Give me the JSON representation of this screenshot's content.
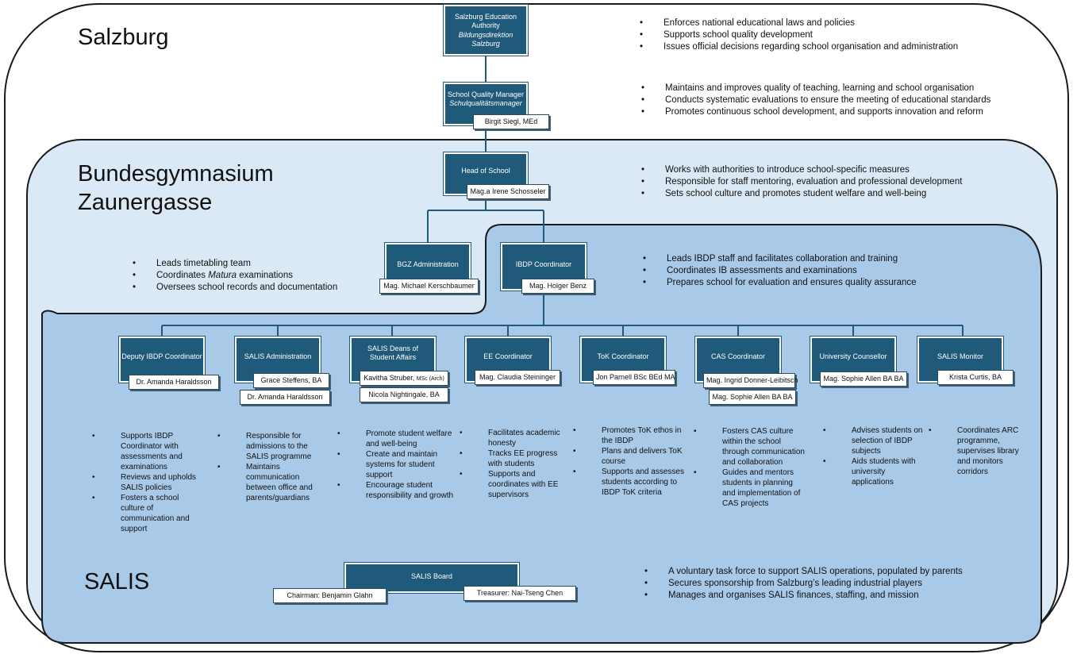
{
  "regions": {
    "salzburg": "Salzburg",
    "bgz_line1": "Bundesgymnasium",
    "bgz_line2": "Zaunergasse",
    "salis": "SALIS"
  },
  "authority": {
    "line1": "Salzburg Education",
    "line2": "Authority",
    "sub1": "Bildungsdirektion",
    "sub2": "Salzburg",
    "bullets": [
      "Enforces national educational laws and policies",
      "Supports school quality development",
      "Issues official decisions regarding school organisation and administration"
    ]
  },
  "quality_manager": {
    "title": "School Quality Manager",
    "sub": "Schulqualitätsmanager",
    "name": "Birgit Siegl, MEd",
    "bullets": [
      "Maintains and improves quality of teaching, learning and school organisation",
      "Conducts systematic evaluations to ensure the meeting of educational standards",
      "Promotes continuous school development, and supports innovation and reform"
    ]
  },
  "head": {
    "title": "Head of School",
    "name": "Mag.a Irene Schosseler",
    "bullets": [
      "Works with authorities to introduce school-specific measures",
      "Responsible for staff mentoring, evaluation and professional development",
      "Sets school culture and promotes student welfare and well-being"
    ]
  },
  "bgz_admin": {
    "title": "BGZ Administration",
    "name": "Mag. Michael Kerschbaumer",
    "bullets": [
      "Leads timetabling team",
      "Coordinates Matura examinations",
      "Oversees school records and documentation"
    ]
  },
  "ibdp": {
    "title": "IBDP Coordinator",
    "name": "Mag. Holger Benz",
    "bullets": [
      "Leads IBDP staff and facilitates collaboration and training",
      "Coordinates IB assessments and examinations",
      "Prepares school for evaluation and ensures quality assurance"
    ]
  },
  "roles": [
    {
      "title1": "Deputy IBDP Coordinator",
      "title2": "",
      "names": [
        "Dr. Amanda Haraldsson"
      ],
      "bullets": [
        "Supports IBDP Coordinator with assessments and examinations",
        "Reviews and upholds SALIS policies",
        "Fosters a school culture of communication and support"
      ]
    },
    {
      "title1": "SALIS Administration",
      "title2": "",
      "names": [
        "Grace Steffens, BA",
        "Dr. Amanda Haraldsson"
      ],
      "bullets": [
        "Responsible for admissions to the SALIS programme",
        "Maintains communication between office and parents/guardians"
      ]
    },
    {
      "title1": "SALIS Deans of",
      "title2": "Student Affairs",
      "names": [
        "Kavitha Struber,",
        "Nicola Nightingale, BA"
      ],
      "name_suffix": "MSc (Arch)",
      "bullets": [
        "Promote student welfare and well-being",
        "Create and maintain systems for student support",
        "Encourage student responsibility and growth"
      ]
    },
    {
      "title1": "EE Coordinator",
      "title2": "",
      "names": [
        "Mag. Claudia Steininger"
      ],
      "bullets": [
        "Facilitates academic honesty",
        "Tracks EE progress with students",
        "Supports and coordinates with EE supervisors"
      ]
    },
    {
      "title1": "ToK Coordinator",
      "title2": "",
      "names": [
        "Jon Parnell BSc BEd MA"
      ],
      "bullets": [
        "Promotes ToK ethos in the IBDP",
        "Plans and delivers ToK course",
        "Supports and assesses students according to IBDP ToK criteria"
      ]
    },
    {
      "title1": "CAS Coordinator",
      "title2": "",
      "names": [
        "Mag. Ingrid Donner-Leibitsch",
        "Mag. Sophie Allen BA BA"
      ],
      "bullets": [
        "Fosters CAS culture within the school through communication and collaboration",
        "Guides and mentors students in planning and implementation of CAS projects"
      ]
    },
    {
      "title1": "University Counsellor",
      "title2": "",
      "names": [
        "Mag. Sophie Allen BA BA"
      ],
      "bullets": [
        "Advises students on selection of IBDP subjects",
        "Aids students with university applications"
      ]
    },
    {
      "title1": "SALIS Monitor",
      "title2": "",
      "names": [
        "Krista Curtis, BA"
      ],
      "bullets": [
        "Coordinates ARC programme, supervises library and monitors corridors"
      ]
    }
  ],
  "board": {
    "title": "SALIS Board",
    "chair": "Chairman: Benjamin Glahn",
    "treasurer": "Treasurer: Nai-Tseng Chen",
    "bullets": [
      "A voluntary task force to support SALIS operations, populated by parents",
      "Secures sponsorship from Salzburg’s leading industrial players",
      "Manages and organises SALIS finances, staffing, and mission"
    ]
  },
  "colors": {
    "node_fill": "#1f5a7a",
    "region_bgz": "#dbe8f5",
    "region_salis": "#a9c9e9",
    "line": "#1f5a7a"
  }
}
